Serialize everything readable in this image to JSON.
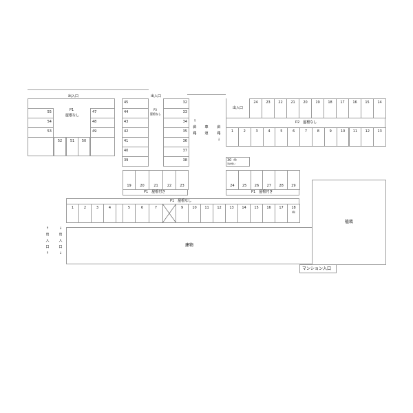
{
  "entrance_label": "出入口",
  "left_lot": {
    "title": "P1",
    "subtitle": "屋根なし",
    "left_spots": [
      "55",
      "54",
      "53"
    ],
    "right_spots": [
      "47",
      "48",
      "49"
    ],
    "bottom_spots": [
      "52",
      "51",
      "50"
    ]
  },
  "center_lot": {
    "title": "P3",
    "subtitle": "屋根なし",
    "left_column": [
      "45",
      "44",
      "43",
      "42",
      "41",
      "40",
      "39"
    ],
    "right_column": [
      "32",
      "33",
      "34",
      "35",
      "36",
      "37",
      "38"
    ]
  },
  "roadway": {
    "ramp_up": "↑斜路",
    "road": "車道",
    "ramp_down": "斜路↓"
  },
  "p2_lot": {
    "band": "P2　屋根なし",
    "top_row": [
      "24",
      "23",
      "22",
      "21",
      "20",
      "19",
      "18",
      "17",
      "16",
      "15",
      "14"
    ],
    "bottom_row": [
      "1",
      "2",
      "3",
      "4",
      "5",
      "6",
      "7",
      "8",
      "9",
      "10",
      "11",
      "12",
      "13"
    ]
  },
  "spot_30": {
    "number": "30",
    "note": "(軽)",
    "sub": "天井低い"
  },
  "covered_left": {
    "band": "P1　屋根付き",
    "spots": [
      "19",
      "20",
      "21",
      "22",
      "23"
    ]
  },
  "covered_right": {
    "band": "P1　屋根付き",
    "spots": [
      "24",
      "25",
      "26",
      "27",
      "28",
      "29"
    ]
  },
  "main_row": {
    "band": "P1　屋根なし",
    "spots": [
      "1",
      "2",
      "3",
      "4",
      "",
      "5",
      "6",
      "7",
      "X",
      "9",
      "10",
      "11",
      "12",
      "13",
      "14",
      "15",
      "16",
      "17",
      "18"
    ],
    "spot_18_note": "(軽)"
  },
  "building_label": "建物",
  "planting_label": "植栽",
  "mansion_entrance": "マンション入口",
  "side_entrance_in": "↑出入口↑",
  "side_entrance_out": "↓出入口↓"
}
